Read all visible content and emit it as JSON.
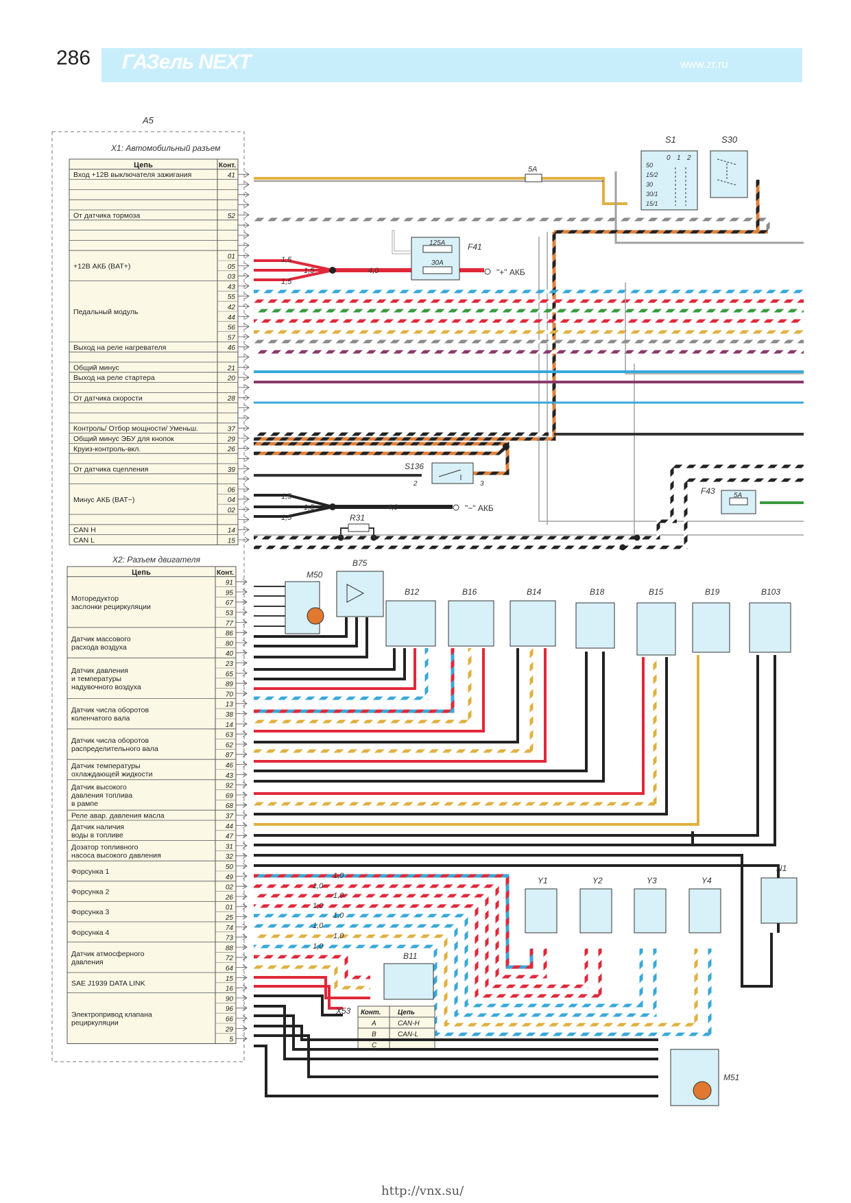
{
  "header": {
    "page_number": "286",
    "brand": "ГАЗель NEXT",
    "site": "www.zr.ru"
  },
  "footer": {
    "url": "http://vnx.su/"
  },
  "a5": {
    "label": "A5"
  },
  "x1": {
    "title": "X1: Автомобильный разъем",
    "head_circuit": "Цепь",
    "head_pin": "Конт.",
    "rows": [
      {
        "label": "Вход +12В выключателя зажигания",
        "pins": [
          "41"
        ]
      },
      {
        "label": "",
        "pins": [
          ""
        ]
      },
      {
        "label": "",
        "pins": [
          ""
        ]
      },
      {
        "label": "",
        "pins": [
          ""
        ]
      },
      {
        "label": "От датчика тормоза",
        "pins": [
          "52"
        ]
      },
      {
        "label": "",
        "pins": [
          ""
        ]
      },
      {
        "label": "",
        "pins": [
          ""
        ]
      },
      {
        "label": "",
        "pins": [
          ""
        ]
      },
      {
        "label": "+12В АКБ (BAT+)",
        "pins": [
          "01",
          "05",
          "03"
        ]
      },
      {
        "label": "Педальный модуль",
        "pins": [
          "43",
          "55",
          "42",
          "44",
          "56",
          "57"
        ]
      },
      {
        "label": "Выход на реле нагревателя",
        "pins": [
          "46"
        ]
      },
      {
        "label": "",
        "pins": [
          ""
        ]
      },
      {
        "label": "Общий минус",
        "pins": [
          "21"
        ]
      },
      {
        "label": "Выход на реле стартера",
        "pins": [
          "20"
        ]
      },
      {
        "label": "",
        "pins": [
          ""
        ]
      },
      {
        "label": "От датчика скорости",
        "pins": [
          "28"
        ]
      },
      {
        "label": "",
        "pins": [
          ""
        ]
      },
      {
        "label": "",
        "pins": [
          ""
        ]
      },
      {
        "label": "Контроль/ Отбор мощности/ Уменьш.",
        "pins": [
          "37"
        ]
      },
      {
        "label": "Общий минус ЭБУ для кнопок",
        "pins": [
          "29"
        ]
      },
      {
        "label": "Круиз-контроль-вкл.",
        "pins": [
          "26"
        ]
      },
      {
        "label": "",
        "pins": [
          ""
        ]
      },
      {
        "label": "От датчика сцепления",
        "pins": [
          "39"
        ]
      },
      {
        "label": "",
        "pins": [
          ""
        ]
      },
      {
        "label": "Минус АКБ (BAT−)",
        "pins": [
          "06",
          "04",
          "02"
        ]
      },
      {
        "label": "",
        "pins": [
          ""
        ]
      },
      {
        "label": "CAN H",
        "pins": [
          "14"
        ]
      },
      {
        "label": "CAN L",
        "pins": [
          "15"
        ]
      }
    ]
  },
  "x2": {
    "title": "X2: Разъем двигателя",
    "head_circuit": "Цепь",
    "head_pin": "Конт.",
    "rows": [
      {
        "label": "Моторедуктор\nзаслонки рециркуляции",
        "pins": [
          "91",
          "95",
          "67",
          "53",
          "77"
        ]
      },
      {
        "label": "Датчик массового\nрасхода воздуха",
        "pins": [
          "86",
          "80",
          "40"
        ]
      },
      {
        "label": "Датчик давления\nи температуры\nнадувочного воздуха",
        "pins": [
          "23",
          "65",
          "89",
          "70"
        ]
      },
      {
        "label": "Датчик числа оборотов\nколенчатого вала",
        "pins": [
          "13",
          "38",
          "14"
        ]
      },
      {
        "label": "Датчик числа оборотов\nраспределительного вала",
        "pins": [
          "63",
          "62",
          "87"
        ]
      },
      {
        "label": "Датчик температуры\nохлаждающей жидкости",
        "pins": [
          "46",
          "43"
        ]
      },
      {
        "label": "Датчик высокого\nдавления топлива\nв рампе",
        "pins": [
          "92",
          "69",
          "68"
        ]
      },
      {
        "label": "Реле авар. давления масла",
        "pins": [
          "37"
        ]
      },
      {
        "label": "Датчик наличия\nводы в топливе",
        "pins": [
          "44",
          "47"
        ]
      },
      {
        "label": "Дозатор топливного\nнасоса высокого давления",
        "pins": [
          "31",
          "32"
        ]
      },
      {
        "label": "Форсунка 1",
        "pins": [
          "50",
          "49"
        ]
      },
      {
        "label": "Форсунка 2",
        "pins": [
          "02",
          "26"
        ]
      },
      {
        "label": "Форсунка 3",
        "pins": [
          "01",
          "25"
        ]
      },
      {
        "label": "Форсунка 4",
        "pins": [
          "74",
          "73"
        ]
      },
      {
        "label": "Датчик атмосферного\nдавления",
        "pins": [
          "88",
          "72",
          "64"
        ]
      },
      {
        "label": "SAE J1939 DATA LINK",
        "pins": [
          "15",
          "16"
        ]
      },
      {
        "label": "Электропривод клапана\nрециркуляции",
        "pins": [
          "90",
          "96",
          "66",
          "29",
          "5"
        ]
      }
    ]
  },
  "components": {
    "s1": {
      "name": "S1",
      "positions": [
        "0",
        "1",
        "2"
      ],
      "terminals": [
        "50",
        "15/2",
        "30",
        "30/1",
        "15/1"
      ]
    },
    "s30": {
      "name": "S30"
    },
    "f41": {
      "name": "F41",
      "fuse_a": "125A",
      "fuse_b": "30A"
    },
    "fuse_5a": "5A",
    "bat_plus": "\"+\" АКБ",
    "bat_minus": "\"−\" АКБ",
    "s136": {
      "name": "S136",
      "pin_a": "2",
      "pin_b": "3"
    },
    "f43": {
      "name": "F43",
      "rating": "5A"
    },
    "r31": "R31",
    "m50": "M50",
    "b75": "B75",
    "b12": "B12",
    "b16": "B16",
    "b14": "B14",
    "b18": "B18",
    "b15": "B15",
    "b19": "B19",
    "b103": "B103",
    "y1": "Y1",
    "y2": "Y2",
    "y3": "Y3",
    "y4": "Y4",
    "n1": "N1",
    "b11": "B11",
    "m51": "M51",
    "x53": {
      "name": "X53",
      "head_pin": "Конт.",
      "head_circuit": "Цепь",
      "rows": [
        {
          "pin": "A",
          "circuit": "CAN-H"
        },
        {
          "pin": "B",
          "circuit": "CAN-L"
        },
        {
          "pin": "C",
          "circuit": ""
        }
      ]
    }
  },
  "wire_labels": {
    "w15": "1,5",
    "w40": "4,0",
    "w10": "1,0"
  },
  "colors": {
    "red": "#e0283a",
    "blue": "#38a8d8",
    "yellow": "#e0b040",
    "black": "#222222",
    "green": "#3a9a40",
    "grey": "#a0a0a0",
    "purple": "#8a3a6a",
    "orange": "#e0803a",
    "table_bg": "#fbf8e6",
    "header_band": "#c8eefb"
  }
}
